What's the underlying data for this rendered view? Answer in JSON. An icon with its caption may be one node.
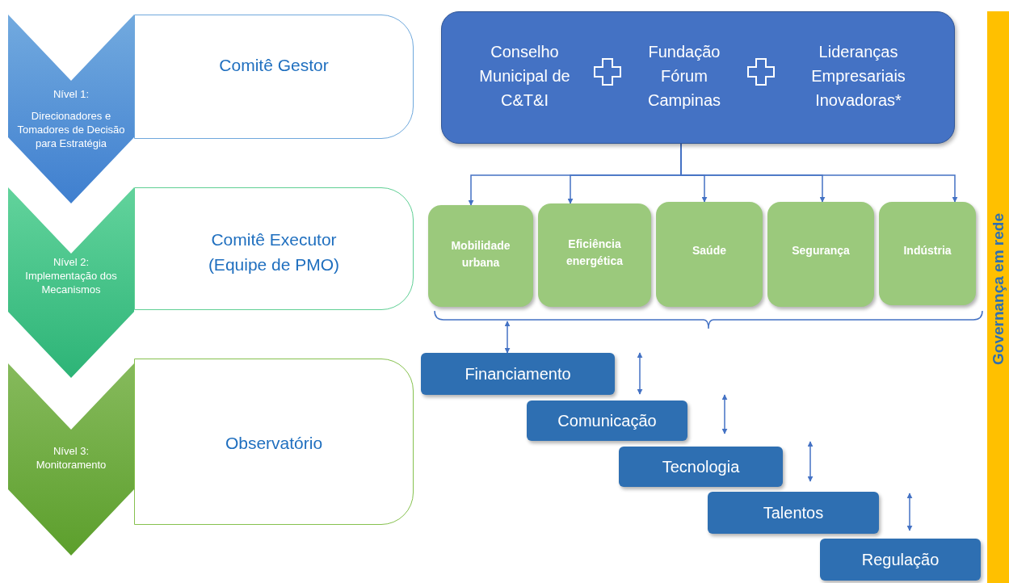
{
  "diagram": {
    "nodes": [
      {
        "text": [
          "Nível 1:",
          "Direcionadores e Tomadores de Decisão para Estratégia"
        ]
      },
      {
        "text": [
          "Comitê Gestor"
        ]
      },
      {
        "text": [
          "Nível 2: Implementação dos Mecanismos"
        ]
      },
      {
        "text": [
          "Comitê Executor (Equipe de PMO)"
        ]
      },
      {
        "text": [
          "Nível 3: Monitoramento"
        ]
      },
      {
        "text": [
          "Observatório"
        ]
      },
      {
        "text": [
          "Conselho Municipal de C&T&I",
          "Fundação Fórum Campinas",
          "Lideranças Empresariais Inovadoras*"
        ]
      },
      {
        "text": [
          "Mobilidade urbana"
        ]
      },
      {
        "text": [
          "Eficiência energética"
        ]
      },
      {
        "text": [
          "Saúde"
        ]
      },
      {
        "text": [
          "Segurança"
        ]
      },
      {
        "text": [
          "Indústria"
        ]
      },
      {
        "text": [],
        "shape": "bracket"
      },
      {
        "text": [
          "Financiamento"
        ]
      },
      {
        "text": [
          "Comunicação"
        ]
      },
      {
        "text": [
          "Tecnologia"
        ]
      },
      {
        "text": [
          "Talentos"
        ]
      },
      {
        "text": [
          "Regulação"
        ]
      },
      {
        "text": [
          "Governança em rede"
        ]
      }
    ],
    "edges": [
      {
        "from": 6,
        "to": 7,
        "arrow": "to"
      },
      {
        "from": 6,
        "to": 8,
        "arrow": "to"
      },
      {
        "from": 6,
        "to": 9,
        "arrow": "to"
      },
      {
        "from": 6,
        "to": 10,
        "arrow": "to"
      },
      {
        "from": 6,
        "to": 11,
        "arrow": "to"
      },
      {
        "from": 12,
        "to": 13,
        "arrow": "both"
      }
    ]
  }
}
